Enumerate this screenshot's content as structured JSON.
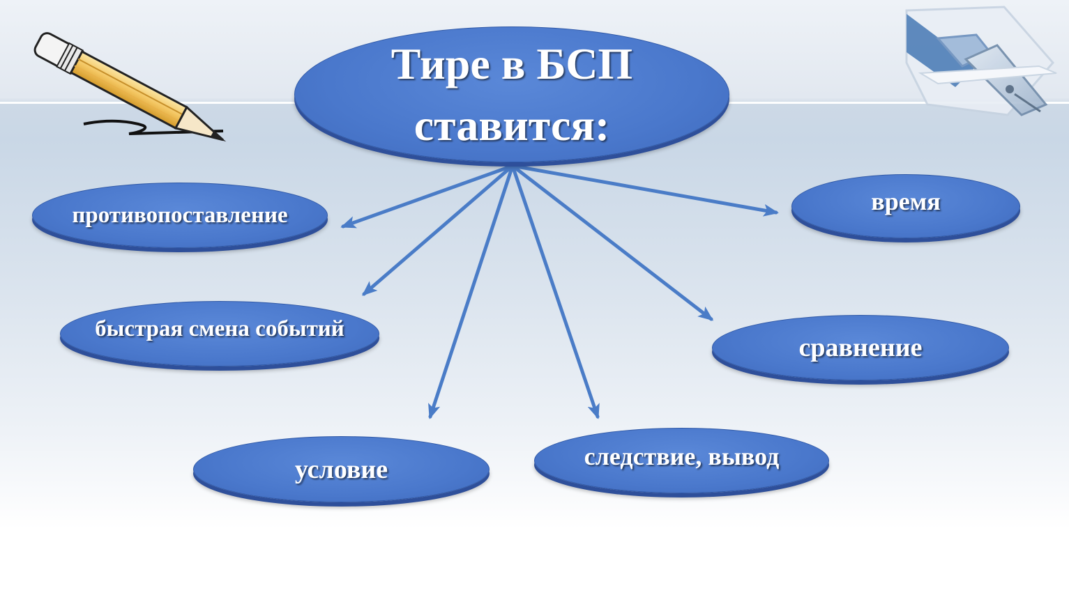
{
  "diagram": {
    "title_line1": "Тире в БСП",
    "title_line2": "ставится:",
    "nodes": {
      "contrast": "противопоставление",
      "time": "время",
      "events": "быстрая смена событий",
      "comparison": "сравнение",
      "condition": "условие",
      "consequence": "следствие, вывод"
    }
  },
  "icons": [
    "pencil-icon",
    "fountain-pen-icon"
  ],
  "colors": {
    "node_fill": "#4a78cc",
    "node_edge": "#2e4f9a",
    "arrow": "#4a7cc7"
  }
}
